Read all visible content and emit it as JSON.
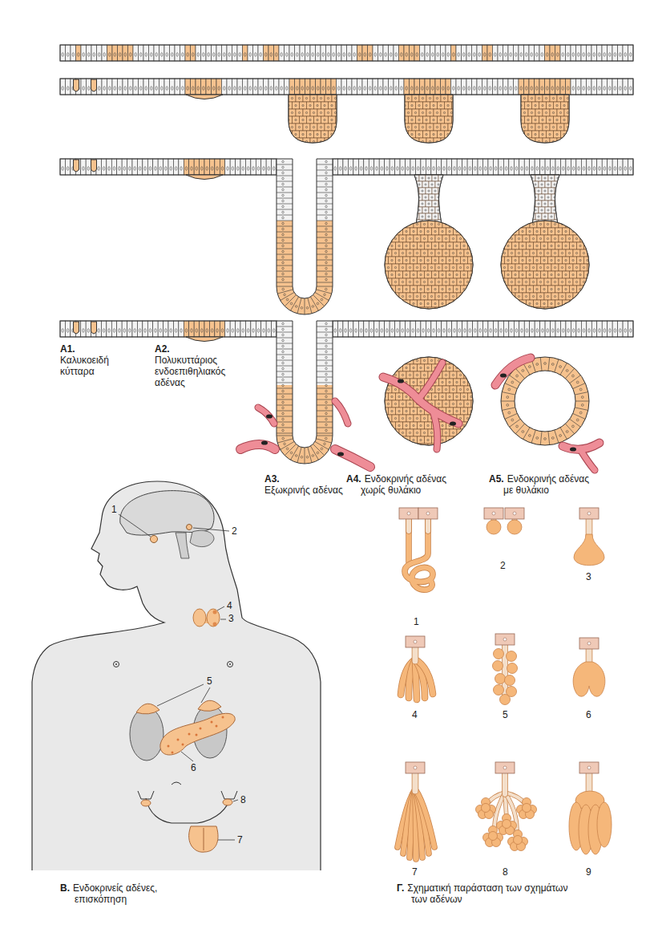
{
  "diagram": {
    "labels": [
      "Α1.",
      "Καλυκοειδή κύτταρα",
      "Α2.",
      "Πολυκυττάριος ενδοεπιθηλιακός αδένας",
      "Α3.",
      "Εξωκρινής αδένας",
      "Α4.",
      "Ενδοκρινής αδένας χωρίς θυλάκιο",
      "Α5.",
      "Ενδοκρινής αδένας με θυλάκιο",
      "1",
      "2",
      "3",
      "4",
      "5",
      "6",
      "7",
      "8",
      "Β.",
      "Ενδοκρινείς αδένες, επισκόπηση",
      "1",
      "2",
      "3",
      "4",
      "5",
      "6",
      "7",
      "8",
      "9",
      "Γ.",
      "Σχηματική παράσταση των σχημάτων των αδένων"
    ]
  }
}
